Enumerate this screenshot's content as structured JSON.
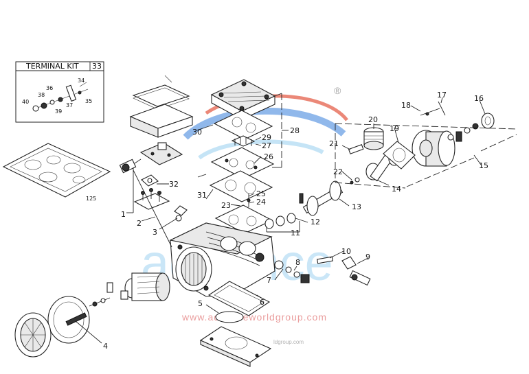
{
  "terminal_kit": {
    "title": "TERMINAL KIT",
    "number": "33"
  },
  "colors": {
    "swoosh_blue": "#1f6fd6",
    "swoosh_red": "#e0452b",
    "watermark_blue": "#7ec3ec",
    "watermark_red": "#e07070"
  },
  "watermark": {
    "url": "www.advanceworldgroup.com",
    "url_small": "ldgroup.com",
    "brand": "advance",
    "registered": "®"
  },
  "callouts": {
    "c1": "1",
    "c2": "2",
    "c3": "3",
    "c4": "4",
    "c5": "5",
    "c6": "6",
    "c7": "7",
    "c8": "8",
    "c9": "9",
    "c10": "10",
    "c11": "11",
    "c12": "12",
    "c13": "13",
    "c14": "14",
    "c15": "15",
    "c16": "16",
    "c17": "17",
    "c18": "18",
    "c19": "19",
    "c20": "20",
    "c21": "21",
    "c22": "22",
    "c23": "23",
    "c24": "24",
    "c25": "25",
    "c26": "26",
    "c27": "27",
    "c28": "28",
    "c29": "29",
    "c30": "30",
    "c31": "31",
    "c32": "32",
    "c34": "34",
    "c35": "35",
    "c36": "36",
    "c37": "37",
    "c38": "38",
    "c39": "39",
    "c40": "40",
    "c125": "125"
  }
}
